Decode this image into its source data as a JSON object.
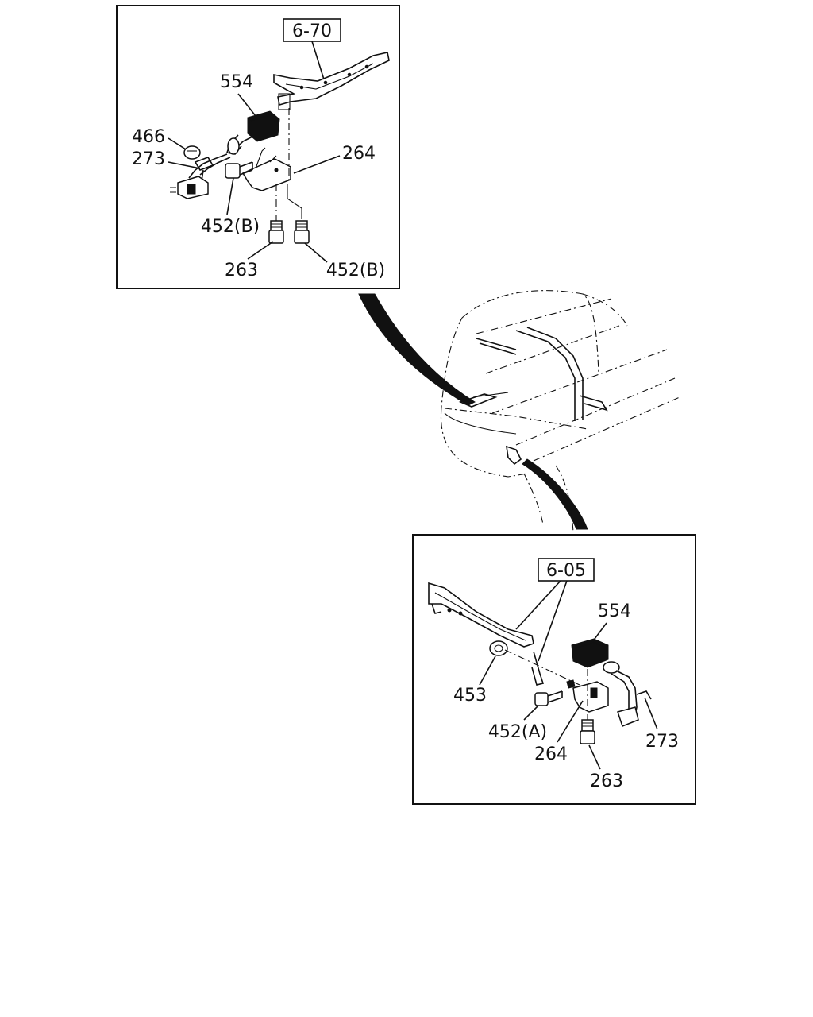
{
  "upper_detail": {
    "ref_box": "6-70",
    "labels": {
      "p554": "554",
      "p466": "466",
      "p273": "273",
      "p264": "264",
      "p452b_left": "452(B)",
      "p263": "263",
      "p452b_right": "452(B)"
    }
  },
  "lower_detail": {
    "ref_box": "6-05",
    "labels": {
      "p554": "554",
      "p453": "453",
      "p452a": "452(A)",
      "p264": "264",
      "p273": "273",
      "p263": "263"
    }
  }
}
